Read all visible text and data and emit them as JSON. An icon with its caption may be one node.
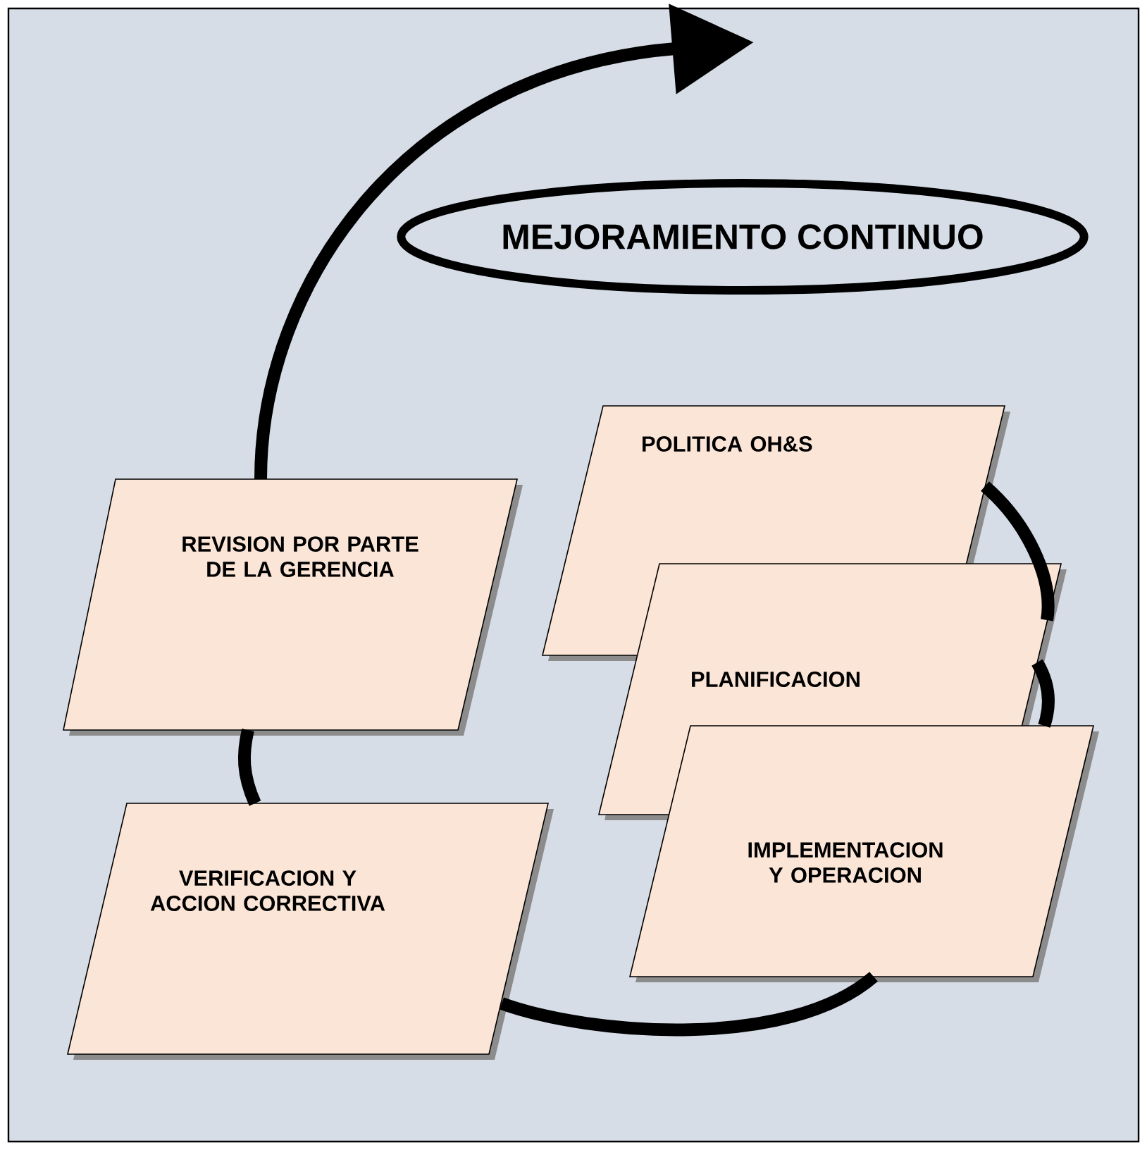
{
  "diagram": {
    "nodes": [
      {
        "text": [
          "MEJORAMIENTO CONTINUO"
        ]
      },
      {
        "text": [
          "POLITICA OH&S"
        ]
      },
      {
        "text": [
          "PLANIFICACION"
        ]
      },
      {
        "text": [
          "IMPLEMENTACION Y OPERACION"
        ]
      },
      {
        "text": [
          "REVISION POR PARTE DE LA GERENCIA"
        ]
      },
      {
        "text": [
          "VERIFICACION Y ACCION CORRECTIVA"
        ]
      }
    ],
    "edges": [
      {
        "from": 1,
        "to": 2,
        "arrow": "none"
      },
      {
        "from": 2,
        "to": 3,
        "arrow": "none"
      },
      {
        "from": 3,
        "to": 5,
        "arrow": "none"
      },
      {
        "from": 5,
        "to": 4,
        "arrow": "none"
      },
      {
        "from": 4,
        "to": null,
        "arrow": "to"
      }
    ]
  }
}
